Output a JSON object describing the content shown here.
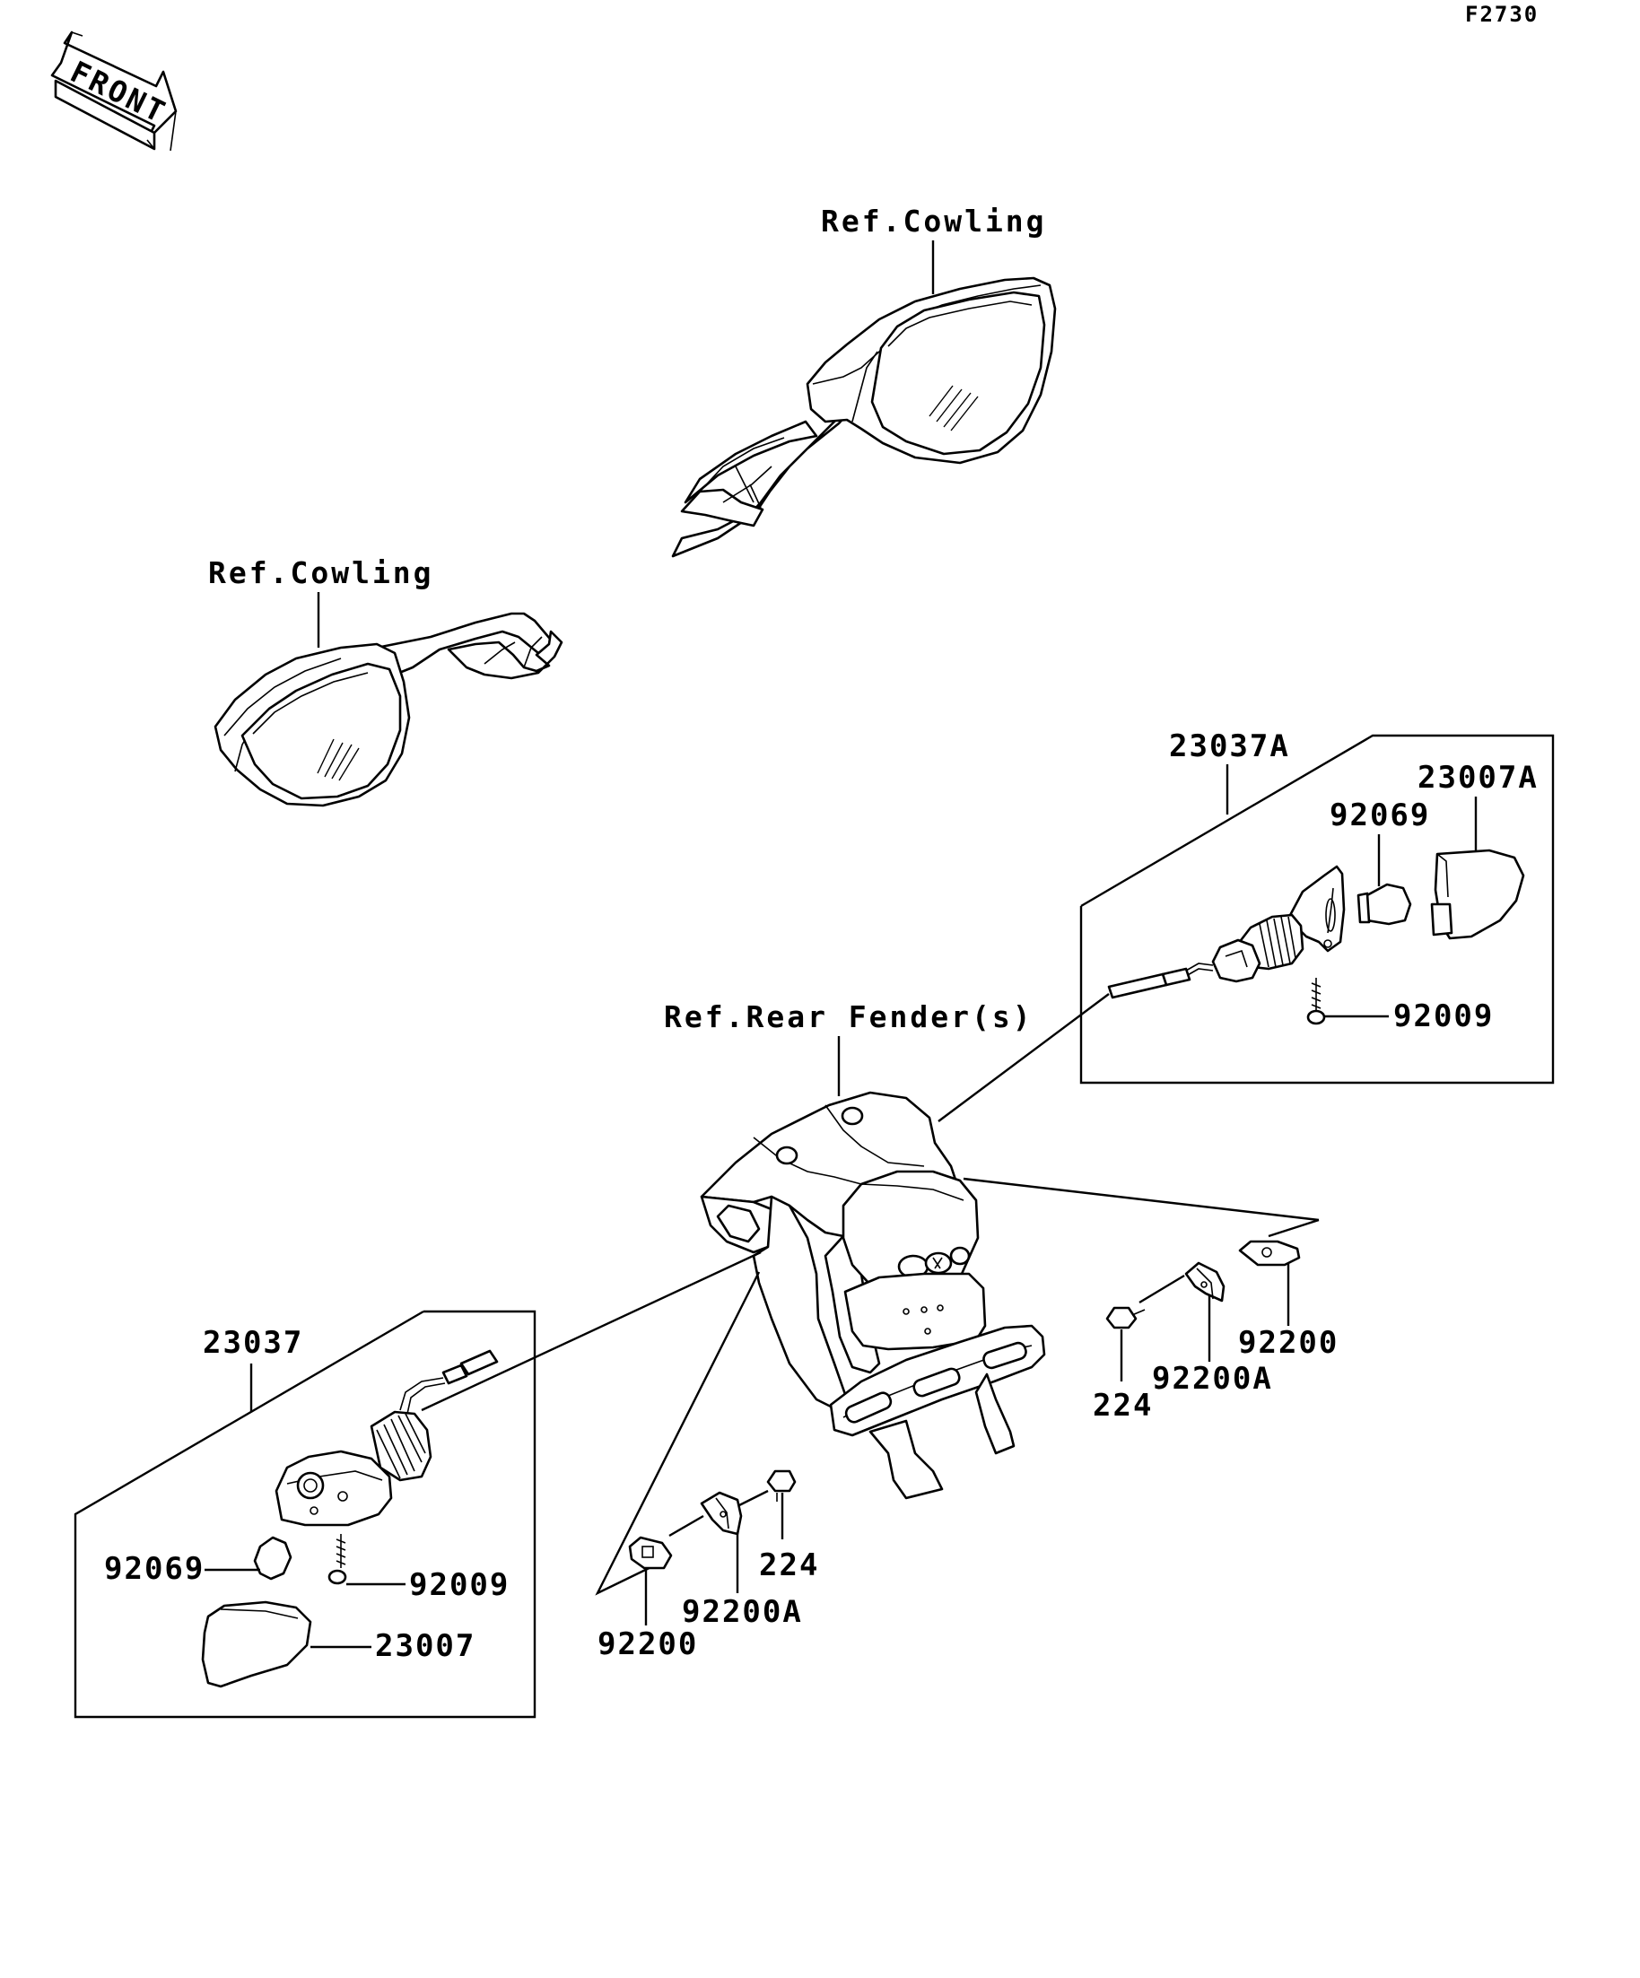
{
  "figure_code": "F2730",
  "front_arrow_label": "FRONT",
  "ref_labels": {
    "cowling_right": "Ref.Cowling",
    "cowling_left": "Ref.Cowling",
    "rear_fender": "Ref.Rear Fender(s)"
  },
  "parts": {
    "turn_signal_right": "23037A",
    "lens_right": "23007A",
    "bulb_right": "92069",
    "screw_right": "92009",
    "turn_signal_left": "23037",
    "bulb_left": "92069",
    "screw_left": "92009",
    "lens_left": "23007",
    "plate_right": "92200",
    "plate_a_right": "92200A",
    "bolt_right": "224",
    "bolt_left": "224",
    "plate_a_left": "92200A",
    "plate_left": "92200"
  }
}
